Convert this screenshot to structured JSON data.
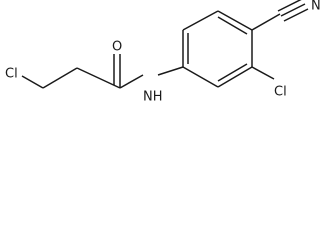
{
  "molecule": {
    "atom_labels": {
      "cl_left": "Cl",
      "oxygen": "O",
      "nh": "NH",
      "cl_ring": "Cl",
      "nitrogen": "N"
    }
  }
}
